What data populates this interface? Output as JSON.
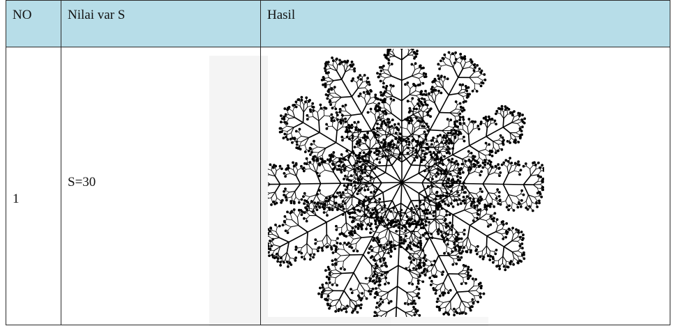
{
  "table": {
    "headers": {
      "no": "NO",
      "var": "Nilai var S",
      "result": "Hasil"
    },
    "rows": [
      {
        "no": "1",
        "value": "S=30",
        "result_image": "fractal-tree-image"
      }
    ]
  },
  "colors": {
    "header_background": "#b7dde8",
    "border": "#2b2b2b",
    "watermark": "#f0f0f0",
    "fractal": "#000000"
  },
  "fractal": {
    "arms": 12
  }
}
